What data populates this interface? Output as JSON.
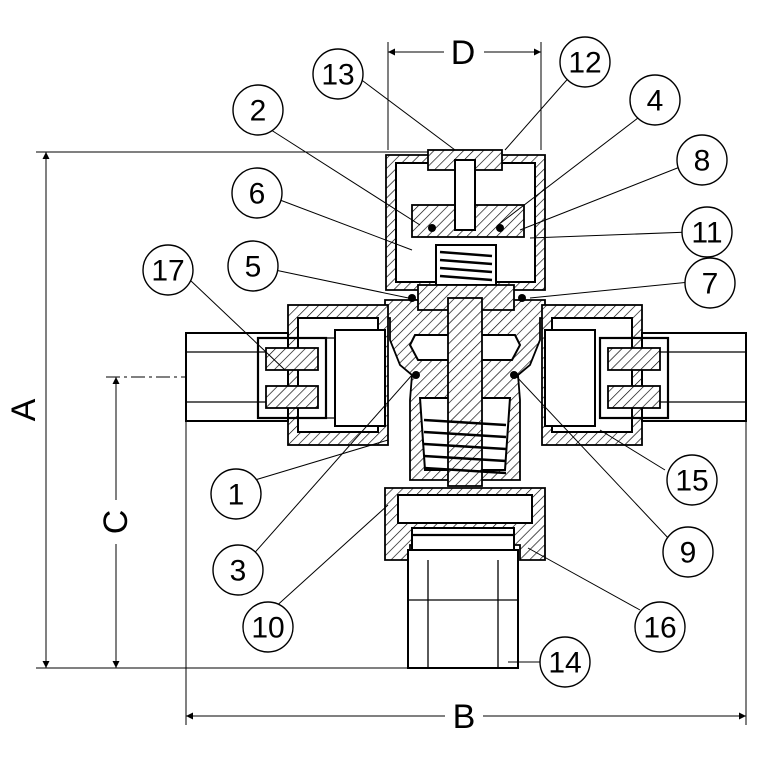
{
  "dimensions": {
    "A": "A",
    "B": "B",
    "C": "C",
    "D": "D"
  },
  "callouts": [
    {
      "id": "1",
      "label": "1"
    },
    {
      "id": "2",
      "label": "2"
    },
    {
      "id": "3",
      "label": "3"
    },
    {
      "id": "4",
      "label": "4"
    },
    {
      "id": "5",
      "label": "5"
    },
    {
      "id": "6",
      "label": "6"
    },
    {
      "id": "7",
      "label": "7"
    },
    {
      "id": "8",
      "label": "8"
    },
    {
      "id": "9",
      "label": "9"
    },
    {
      "id": "10",
      "label": "10"
    },
    {
      "id": "11",
      "label": "11"
    },
    {
      "id": "12",
      "label": "12"
    },
    {
      "id": "13",
      "label": "13"
    },
    {
      "id": "14",
      "label": "14"
    },
    {
      "id": "15",
      "label": "15"
    },
    {
      "id": "16",
      "label": "16"
    },
    {
      "id": "17",
      "label": "17"
    }
  ]
}
